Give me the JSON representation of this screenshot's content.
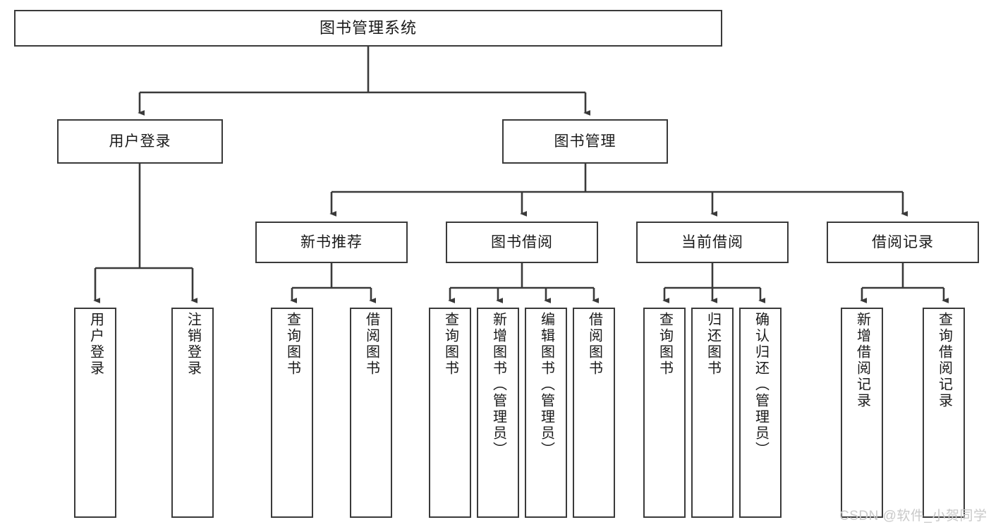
{
  "diagram": {
    "root": {
      "label": "图书管理系统"
    },
    "level2": [
      {
        "label": "用户登录"
      },
      {
        "label": "图书管理"
      }
    ],
    "level3": [
      {
        "label": "新书推荐"
      },
      {
        "label": "图书借阅"
      },
      {
        "label": "当前借阅"
      },
      {
        "label": "借阅记录"
      }
    ],
    "leaves": [
      {
        "label": "用户登录"
      },
      {
        "label": "注销登录"
      },
      {
        "label": "查询图书"
      },
      {
        "label": "借阅图书"
      },
      {
        "label": "查询图书"
      },
      {
        "label": "新增图书（管理员）"
      },
      {
        "label": "编辑图书（管理员）"
      },
      {
        "label": "借阅图书"
      },
      {
        "label": "查询图书"
      },
      {
        "label": "归还图书"
      },
      {
        "label": "确认归还（管理员）"
      },
      {
        "label": "新增借阅记录"
      },
      {
        "label": "查询借阅记录"
      }
    ],
    "watermark": "CSDN @软件_小贺同学",
    "colors": {
      "stroke": "#3a3a3a",
      "box_fill": "#ffffff",
      "text": "#1a1a1a",
      "watermark": "#c9c9c9"
    }
  }
}
